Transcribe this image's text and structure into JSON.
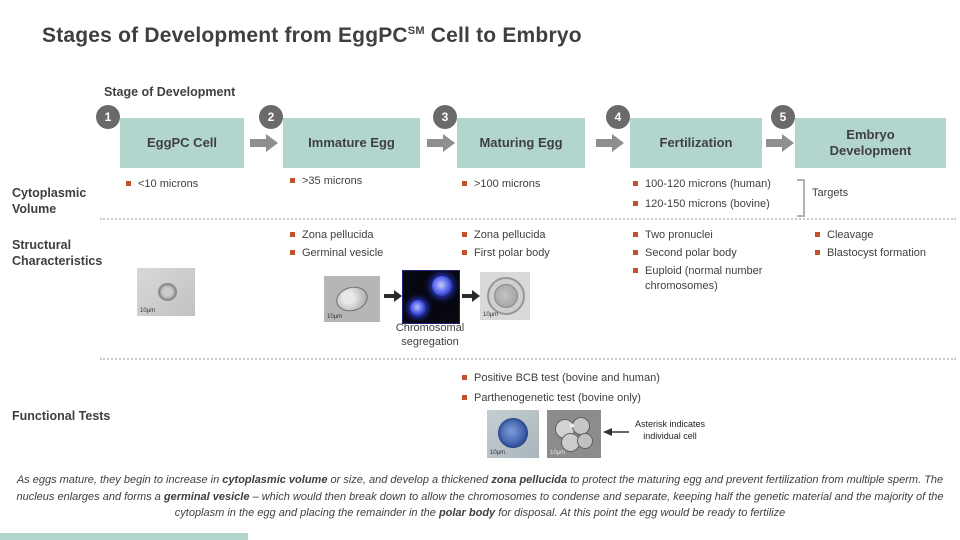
{
  "title": {
    "main": "Stages of Development from EggPC",
    "sup": "SM",
    "tail": " Cell to Embryo"
  },
  "stage_header": "Stage of Development",
  "stages": [
    {
      "number": "1",
      "label": "EggPC Cell"
    },
    {
      "number": "2",
      "label": "Immature Egg"
    },
    {
      "number": "3",
      "label": "Maturing Egg"
    },
    {
      "number": "4",
      "label": "Fertilization"
    },
    {
      "number": "5",
      "label": "Embryo Development"
    }
  ],
  "row_labels": {
    "cytoplasmic": "Cytoplasmic Volume",
    "structural": "Structural Characteristics",
    "functional": "Functional Tests"
  },
  "cytoplasmic": {
    "eggpc": [
      "<10 microns"
    ],
    "immature": [
      ">35 microns"
    ],
    "maturing": [
      ">100 microns"
    ],
    "fertilization": [
      "100-120 microns (human)",
      "120-150 microns (bovine)"
    ],
    "targets_label": "Targets"
  },
  "structural": {
    "immature": [
      "Zona pellucida",
      "Germinal vesicle"
    ],
    "maturing": [
      "Zona pellucida",
      "First polar body"
    ],
    "fertilization": [
      "Two pronuclei",
      "Second polar body",
      "Euploid (normal number chromosomes)"
    ],
    "embryo": [
      "Cleavage",
      "Blastocyst formation"
    ],
    "chromosomal_caption": "Chromosomal segregation"
  },
  "functional": {
    "maturing": [
      "Positive BCB test (bovine and human)",
      "Parthenogenetic test (bovine only)"
    ],
    "annotation": "Asterisk indicates individual cell",
    "asterisk_glyph": "*"
  },
  "micrographs": {
    "scale_label": "10µm"
  },
  "footer": {
    "segments": [
      {
        "t": "As eggs mature, they begin to increase in ",
        "b": false
      },
      {
        "t": "cytoplasmic volume",
        "b": true
      },
      {
        "t": " or size, and develop a thickened ",
        "b": false
      },
      {
        "t": "zona pellucida",
        "b": true
      },
      {
        "t": " to protect the maturing egg and prevent fertilization from multiple sperm.  The nucleus enlarges and forms a ",
        "b": false
      },
      {
        "t": "germinal vesicle",
        "b": true
      },
      {
        "t": " – which would then break down to allow the chromosomes to condense and separate, keeping half the genetic material and the majority of the cytoplasm in the egg and placing the remainder in the ",
        "b": false
      },
      {
        "t": "polar body",
        "b": true
      },
      {
        "t": " for disposal. At this point the egg would be ready to fertilize",
        "b": false
      }
    ]
  },
  "colors": {
    "stage_box": "#b2d6ce",
    "bullet": "#c1512f",
    "circle": "#6a6a6a",
    "arrow": "#8f8f8f",
    "text": "#3f3f3f"
  }
}
